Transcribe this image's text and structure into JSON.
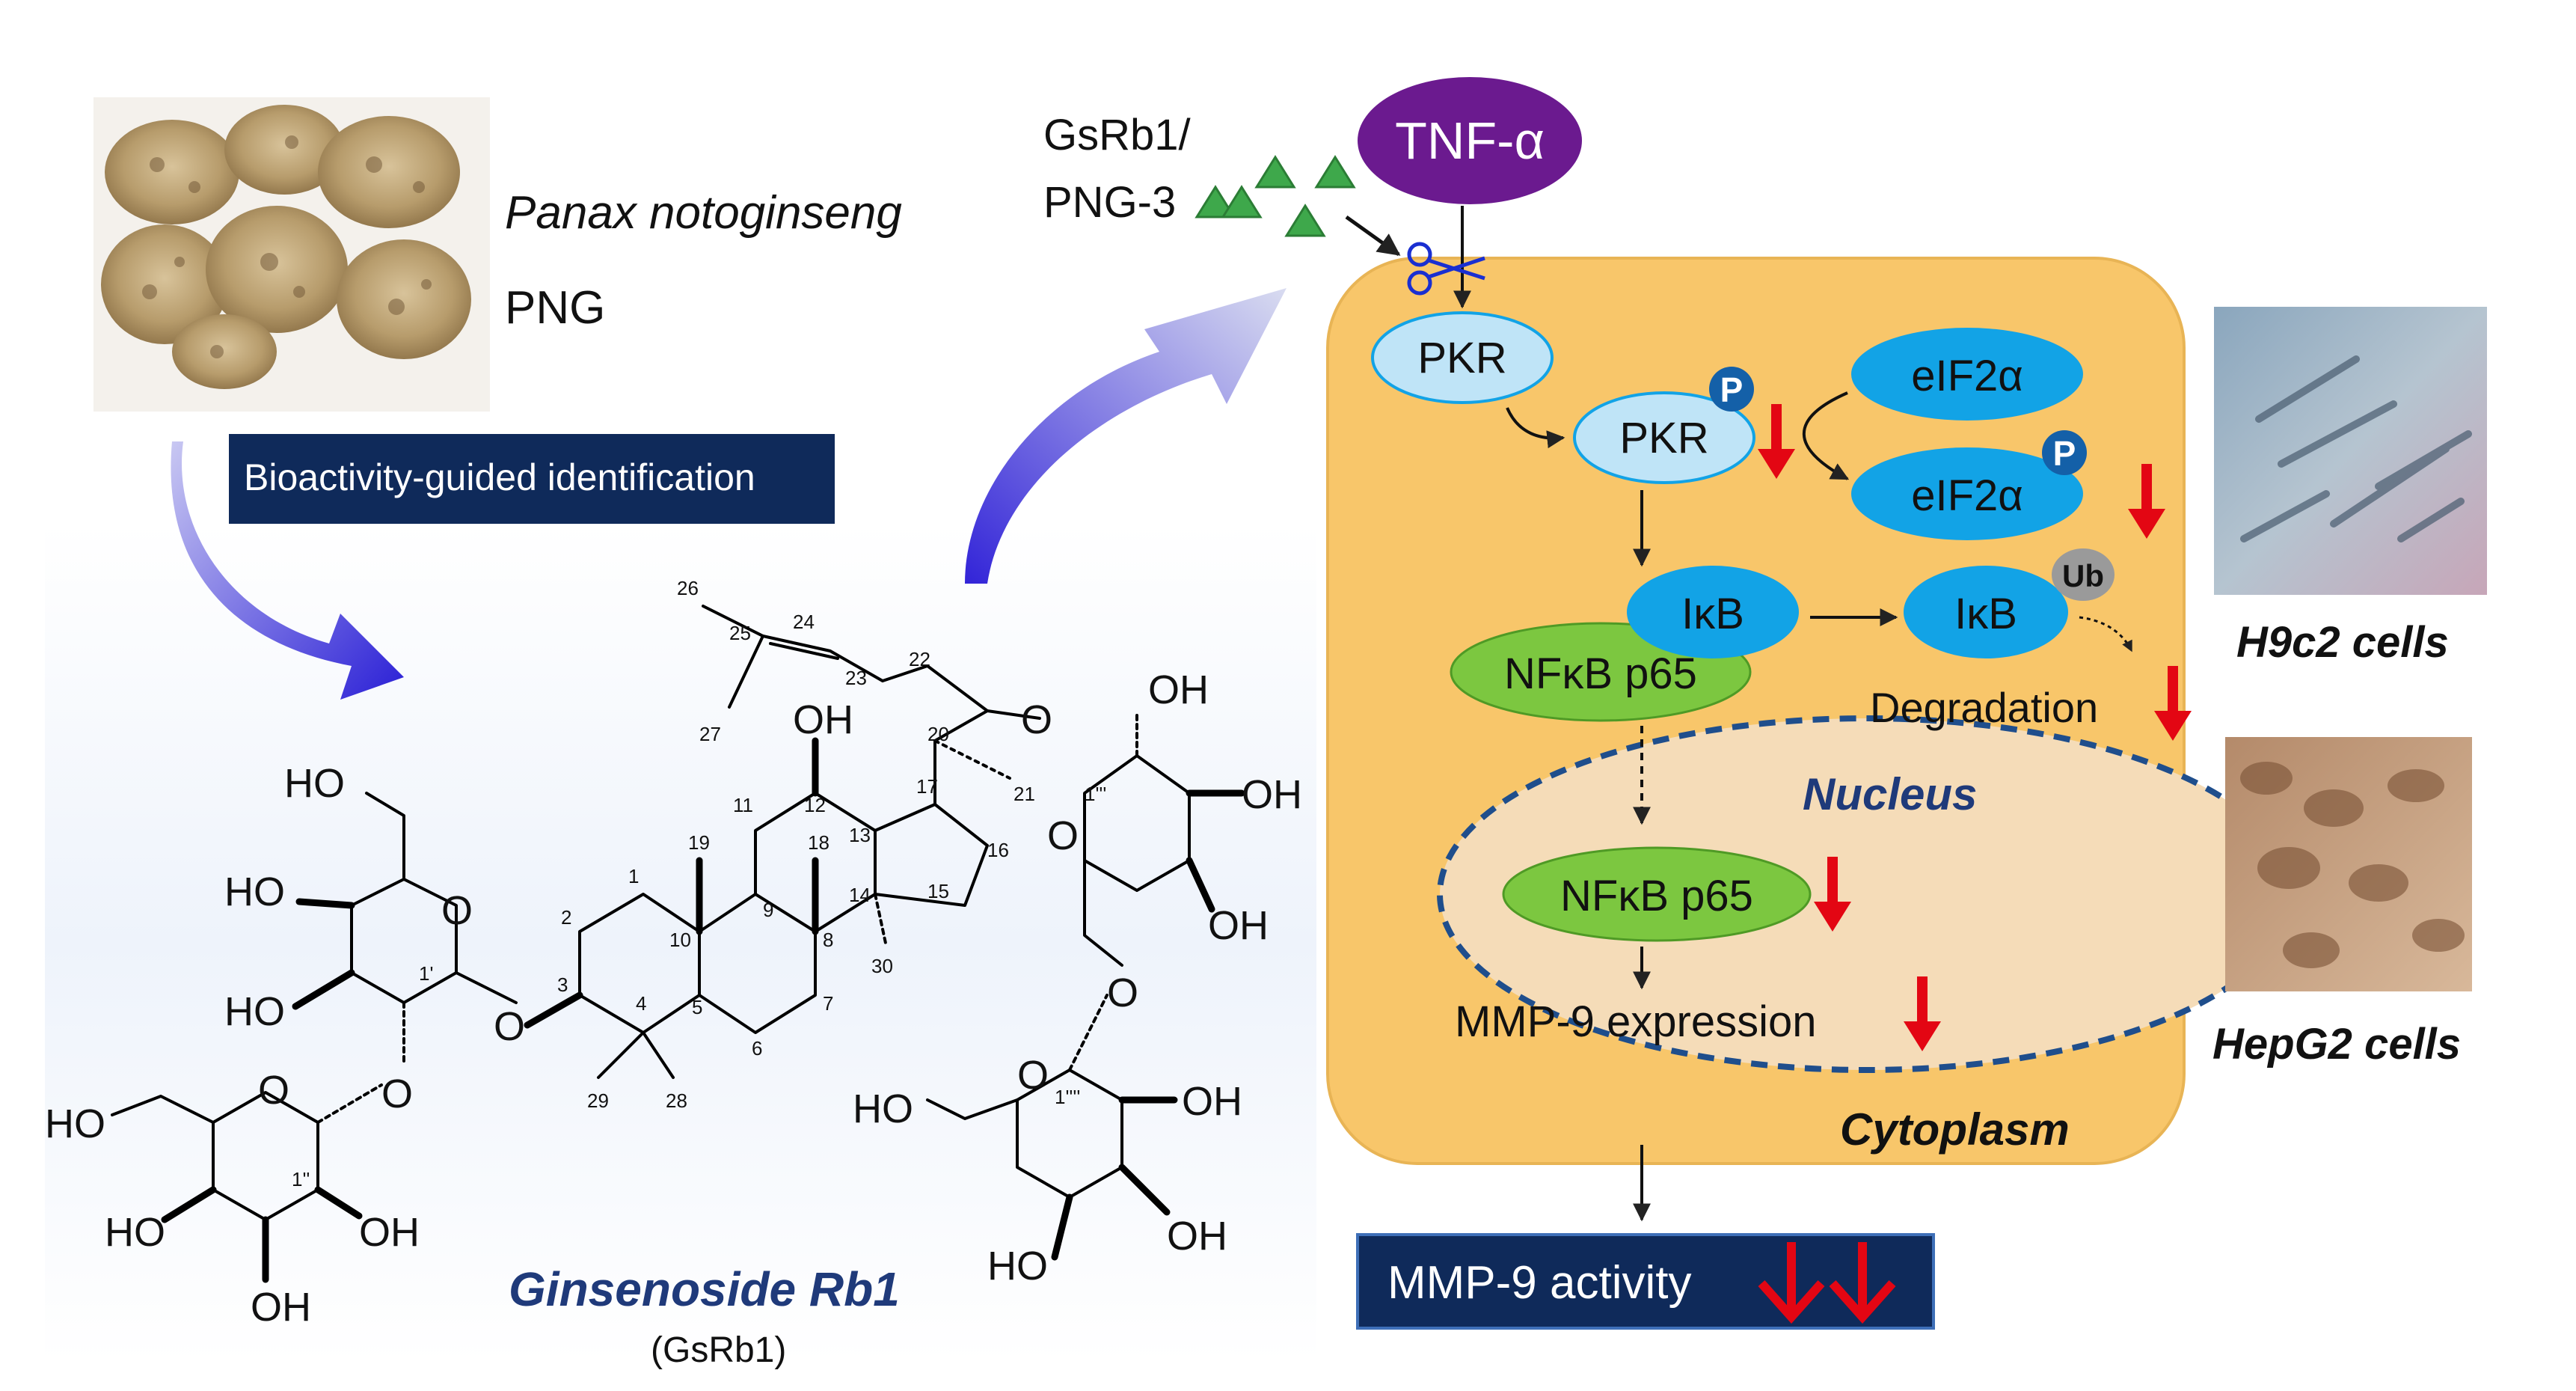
{
  "source": {
    "species": "Panax notoginseng",
    "abbr": "PNG",
    "process": "Bioactivity-guided identification"
  },
  "compound": {
    "name": "Ginsenoside Rb1",
    "abbr": "(GsRb1)",
    "substituents": {
      "ho_glc1_c6": "HO",
      "ho_glc1_c4": "HO",
      "ho_glc1_c3": "HO",
      "ho_glc2_c6": "HO",
      "ho_glc2_c4": "HO",
      "ho_glc2_c3": "OH",
      "ho_glc2_c2": "OH",
      "ho_c12": "OH",
      "ho_glc3_c2": "OH",
      "ho_glc3_c3": "OH",
      "ho_glc3_c4": "OH",
      "ho_glc4_c6": "HO",
      "ho_glc4_c2": "OH",
      "ho_glc4_c3": "OH",
      "ho_glc4_c4": "HO"
    },
    "ring_oxygen": "O",
    "numbering": {
      "n1": "1",
      "n2": "2",
      "n3": "3",
      "n4": "4",
      "n5": "5",
      "n6": "6",
      "n7": "7",
      "n8": "8",
      "n9": "9",
      "n10": "10",
      "n11": "11",
      "n12": "12",
      "n13": "13",
      "n14": "14",
      "n15": "15",
      "n16": "16",
      "n17": "17",
      "n18": "18",
      "n19": "19",
      "n20": "20",
      "n21": "21",
      "n22": "22",
      "n23": "23",
      "n24": "24",
      "n25": "25",
      "n26": "26",
      "n27": "27",
      "n28": "28",
      "n29": "29",
      "n30": "30",
      "a1": "1'",
      "a1b": "1''",
      "a1c": "1'''",
      "a1d": "1''''"
    }
  },
  "pathway": {
    "inhibitor": "GsRb1/\nPNG-3",
    "inhibitor_line1": "GsRb1/",
    "inhibitor_line2": "PNG-3",
    "stimulus": "TNF-α",
    "pkr": "PKR",
    "pkr_p": "PKR",
    "phospho": "P",
    "eif2a": "eIF2α",
    "eif2a_p": "eIF2α",
    "ikb": "IκB",
    "ikb_ub": "IκB",
    "ubiquitin": "Ub",
    "nfkb": "NFκB p65",
    "degradation": "Degradation",
    "nucleus": "Nucleus",
    "nfkb_nuclear": "NFκB p65",
    "mmp9_expression": "MMP-9 expression",
    "cytoplasm": "Cytoplasm",
    "mmp9_activity": "MMP-9 activity"
  },
  "cells": {
    "h9c2": "H9c2 cells",
    "hepg2": "HepG2 cells"
  },
  "colors": {
    "tnf_purple": "#6b1a8f",
    "cell_orange": "#f8c66a",
    "nucleus_fill": "#f5dcb8",
    "nucleus_border": "#1f4e8c",
    "oval_blue_light": "#bfe4f7",
    "oval_blue": "#12a3e6",
    "oval_green": "#7cc740",
    "triangle_green": "#3ea84b",
    "navy_box": "#0f2a5a",
    "down_arrow_red": "#e30613",
    "flow_arrow_blue": "#3b3ce0"
  },
  "icons": {
    "scissors": "scissors-icon",
    "inhibition": "down-arrow-icon"
  }
}
